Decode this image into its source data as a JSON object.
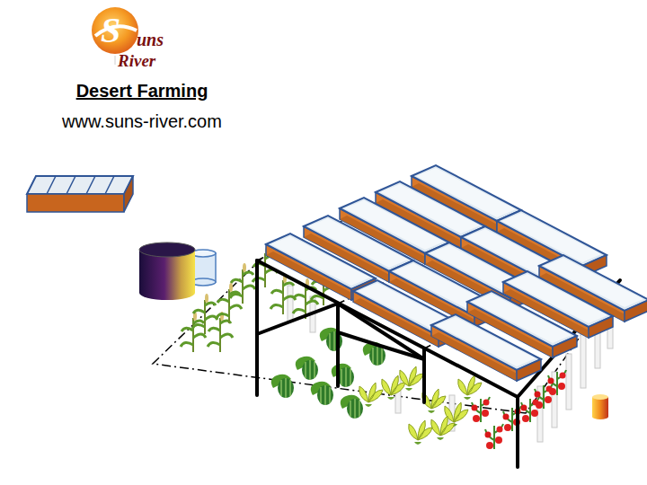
{
  "diagram": {
    "title": "Desert Farming",
    "labels": [
      "S",
      "uns",
      "River",
      "www.suns-river.com"
    ]
  }
}
